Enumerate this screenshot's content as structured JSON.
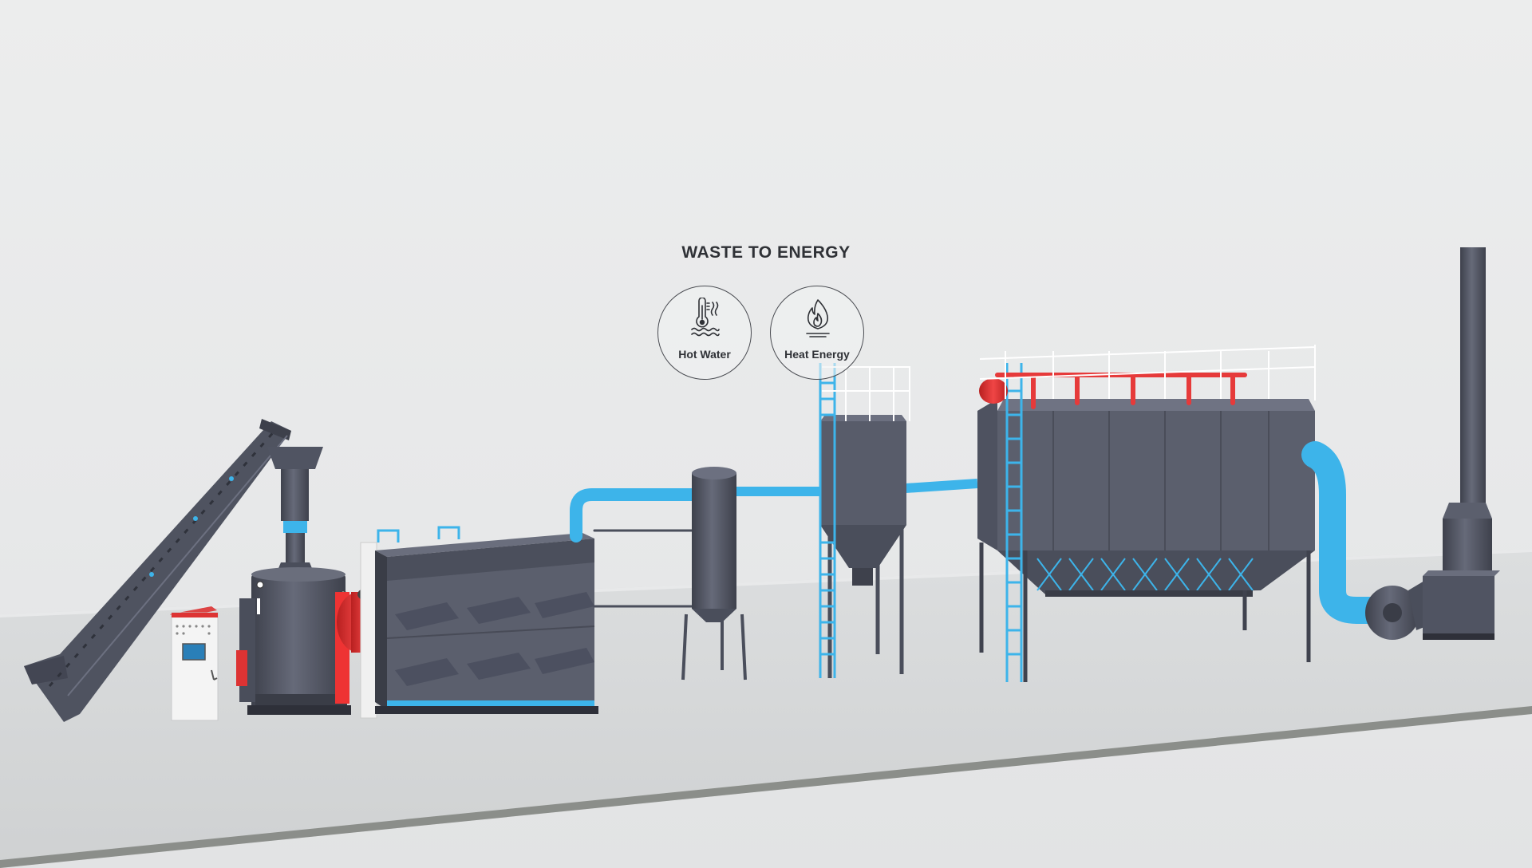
{
  "header": {
    "title": "WASTE TO ENERGY"
  },
  "outputs": [
    {
      "label": "Hot Water",
      "icon": "thermometer-water-icon"
    },
    {
      "label": "Heat Energy",
      "icon": "flame-icon"
    }
  ],
  "colors": {
    "equipment": "#565a68",
    "equipment_dark": "#3d404b",
    "pipe_blue": "#3db4ea",
    "pipe_red": "#e63a3a",
    "floor": "#d6d8d9",
    "floor_edge": "#8b8e8a"
  }
}
